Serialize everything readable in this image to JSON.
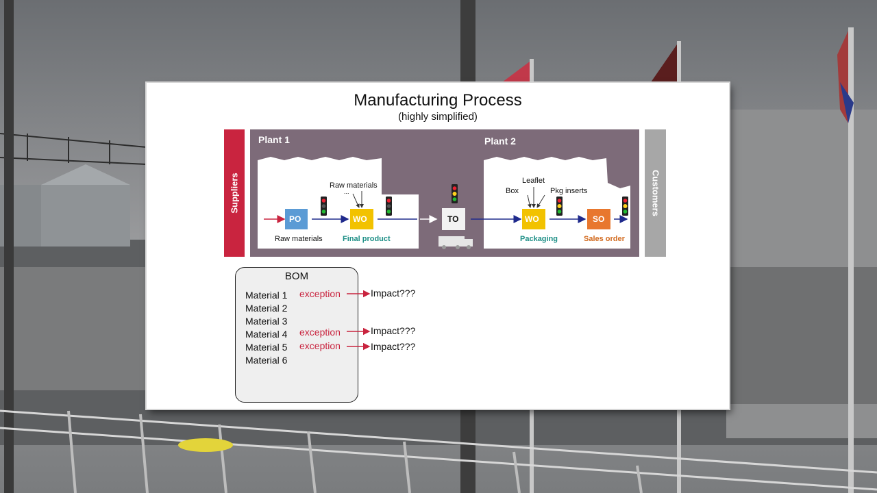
{
  "slide": {
    "title": "Manufacturing Process",
    "subtitle": "(highly simplified)"
  },
  "sides": {
    "suppliers": "Suppliers",
    "customers": "Customers"
  },
  "plants": {
    "plant1": "Plant 1",
    "plant2": "Plant 2"
  },
  "nodes": {
    "po": "PO",
    "wo1": "WO",
    "to": "TO",
    "wo2": "WO",
    "so": "SO"
  },
  "labels": {
    "raw_materials_below": "Raw materials",
    "raw_materials_above": "Raw materials",
    "ellipsis": "...",
    "final_product": "Final product",
    "box": "Box",
    "leaflet": "Leaflet",
    "pkg_inserts": "Pkg inserts",
    "packaging": "Packaging",
    "sales_order": "Sales order"
  },
  "bom": {
    "title": "BOM",
    "materials": [
      "Material 1",
      "Material 2",
      "Material 3",
      "Material 4",
      "Material 5",
      "Material 6"
    ],
    "exceptions": [
      {
        "material": "Material 1",
        "label": "exception",
        "impact": "Impact???"
      },
      {
        "material": "Material 4",
        "label": "exception",
        "impact": "Impact???"
      },
      {
        "material": "Material 5",
        "label": "exception",
        "impact": "Impact???"
      }
    ]
  },
  "colors": {
    "po": "#5b9bd5",
    "wo": "#f2c200",
    "so": "#e8772e",
    "suppliers": "#c9243f",
    "customers": "#a7a7a7",
    "plant_bg": "#7d6b79",
    "flow_arrow": "#1f2a8c",
    "exception": "#c9243f"
  }
}
